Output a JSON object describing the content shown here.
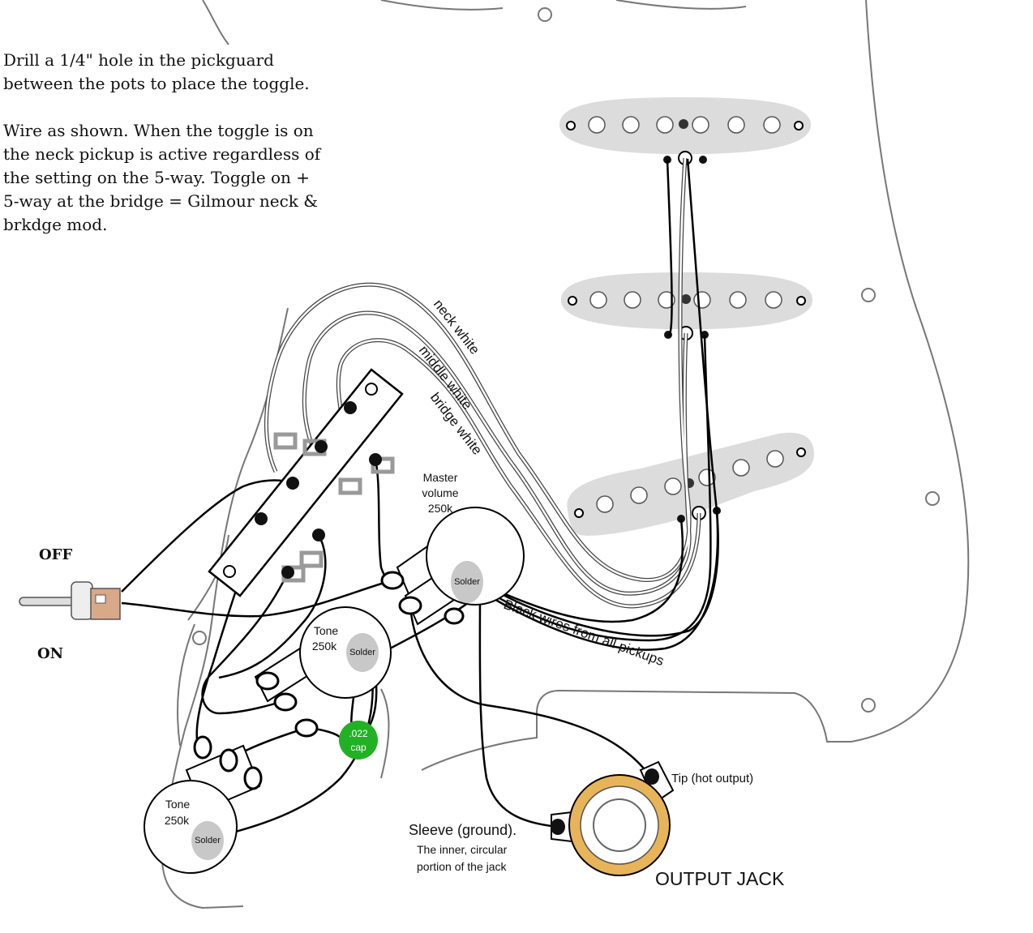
{
  "notes": {
    "drill": "Drill a 1/4\" hole in the pickguard between the pots to place the toggle.",
    "wiring": "Wire as shown. When the toggle is on the neck pickup is active regardless of the setting on the 5-way. Toggle on + 5-way at the bridge = Gilmour neck & brkdge mod."
  },
  "toggle": {
    "off": "OFF",
    "on": "ON"
  },
  "wires": {
    "neck": "neck white",
    "middle": "middle white",
    "bridge": "bridge white",
    "black": "Black wires from all pickups"
  },
  "master": {
    "line1": "Master",
    "line2": "volume",
    "line3": "250k",
    "solder": "Solder"
  },
  "tone1": {
    "line1": "Tone",
    "line2": "250k",
    "solder": "Solder"
  },
  "tone2": {
    "line1": "Tone",
    "line2": "250k",
    "solder": "Solder"
  },
  "cap": {
    "line1": ".022",
    "line2": "cap"
  },
  "jack": {
    "tip": "Tip (hot output)",
    "sleeve": "Sleeve (ground).",
    "inner1": "The inner, circular",
    "inner2": "portion of the jack",
    "title": "OUTPUT JACK"
  },
  "colors": {
    "pickup": "#dcdcdc",
    "cap": "#22b024",
    "jack_ring": "#e8b45a",
    "solder": "#c8c8c8"
  }
}
